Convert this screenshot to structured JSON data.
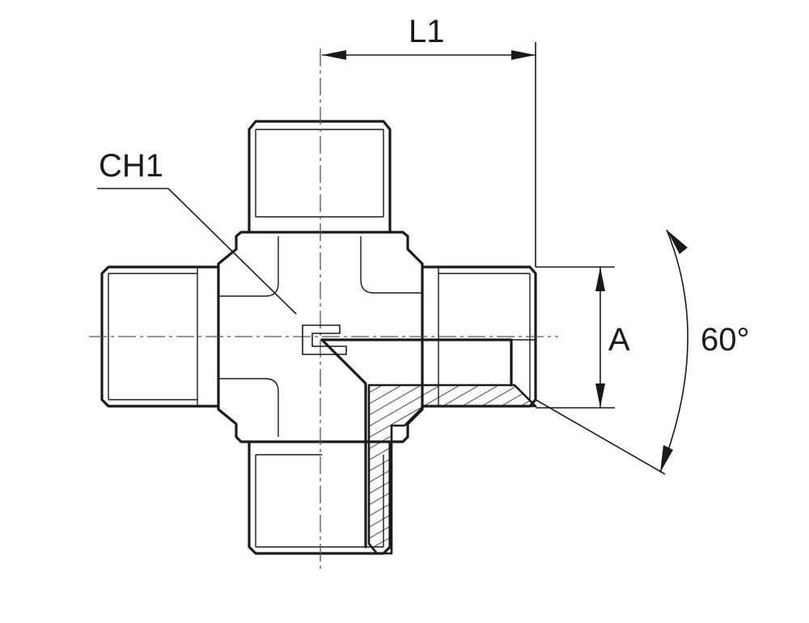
{
  "labels": {
    "length": "L1",
    "wrench_size": "CH1",
    "dimension": "A",
    "angle": "60°"
  },
  "colors": {
    "line": "#1a1a1a",
    "background": "#ffffff"
  }
}
